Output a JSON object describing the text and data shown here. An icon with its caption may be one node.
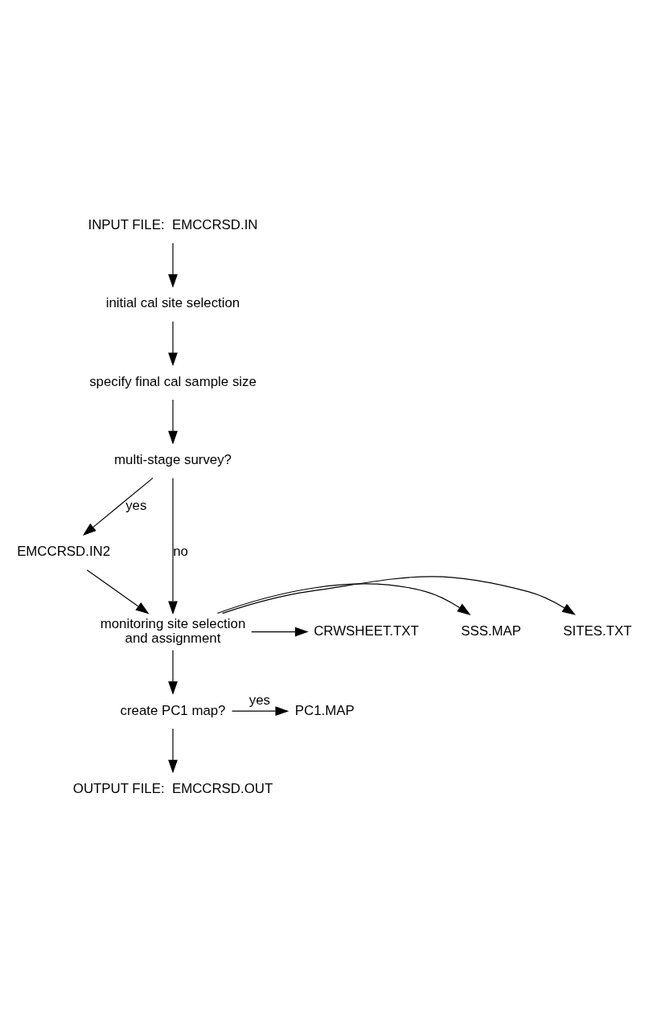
{
  "diagram": {
    "nodes": [
      {
        "text": [
          "INPUT FILE:  EMCCRSD.IN"
        ]
      },
      {
        "text": [
          "initial cal site selection"
        ]
      },
      {
        "text": [
          "specify final cal sample size"
        ]
      },
      {
        "text": [
          "multi-stage survey?"
        ]
      },
      {
        "text": [
          "EMCCRSD.IN2"
        ]
      },
      {
        "text": [
          "monitoring site selection and assignment"
        ]
      },
      {
        "text": [
          "SITES.TXT"
        ]
      },
      {
        "text": [
          "SSS.MAP"
        ]
      },
      {
        "text": [
          "CRWSHEET.TXT"
        ]
      },
      {
        "text": [
          "create PC1 map?"
        ]
      },
      {
        "text": [
          "PC1.MAP"
        ]
      },
      {
        "text": [
          "OUTPUT FILE:  EMCCRSD.OUT"
        ]
      }
    ],
    "edges": [
      {
        "from": 0,
        "to": 1,
        "arrow": "to"
      },
      {
        "from": 1,
        "to": 2,
        "arrow": "to"
      },
      {
        "from": 2,
        "to": 3,
        "arrow": "to"
      },
      {
        "from": 3,
        "to": 4,
        "arrow": "to",
        "label": "yes"
      },
      {
        "from": 3,
        "to": 5,
        "arrow": "to",
        "label": "no"
      },
      {
        "from": 4,
        "to": 5,
        "arrow": "to"
      },
      {
        "from": 5,
        "to": 6,
        "arrow": "to"
      },
      {
        "from": 5,
        "to": 7,
        "arrow": "to"
      },
      {
        "from": 5,
        "to": 8,
        "arrow": "to"
      },
      {
        "from": 5,
        "to": 9,
        "arrow": "to"
      },
      {
        "from": 9,
        "to": 10,
        "arrow": "to",
        "label": "yes"
      },
      {
        "from": 9,
        "to": 11,
        "arrow": "to"
      }
    ]
  }
}
